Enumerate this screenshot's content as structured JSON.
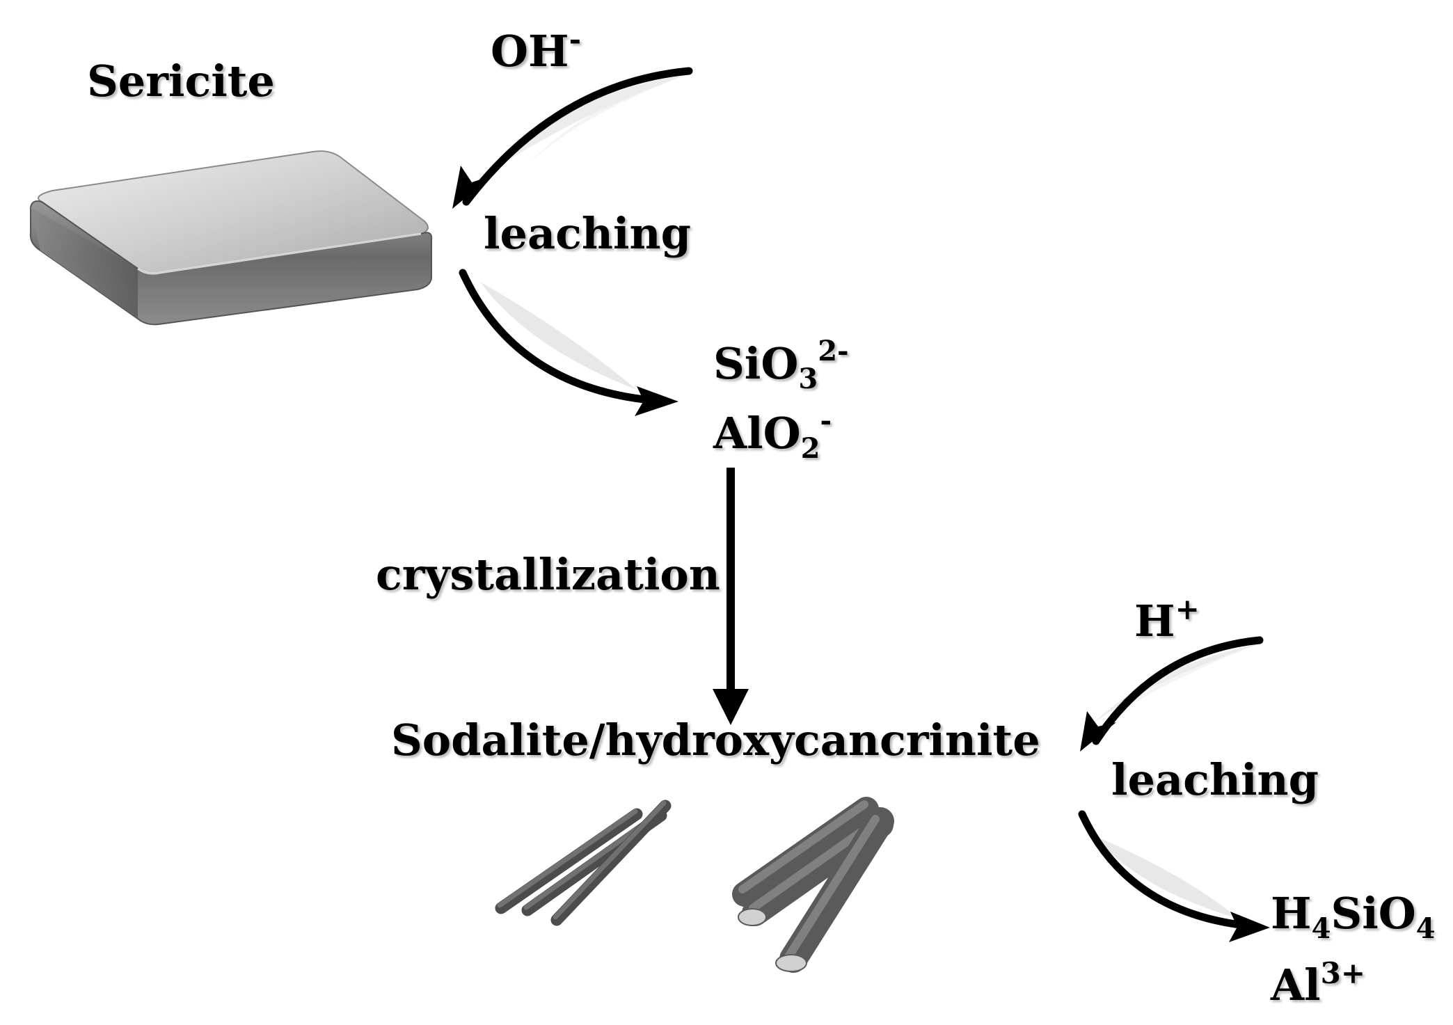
{
  "labels": {
    "sericite": "Sericite",
    "oh": {
      "base": "OH",
      "sup": "-"
    },
    "leaching_top": "leaching",
    "sio3": {
      "base": "SiO",
      "sub": "3",
      "sup": "2-"
    },
    "alo2": {
      "base": "AlO",
      "sub": "2",
      "sup": "-"
    },
    "crystallization": "crystallization",
    "product": "Sodalite/hydroxycancrinite",
    "h_plus": {
      "base": "H",
      "sup": "+"
    },
    "leaching_bottom": "leaching",
    "h4sio4": {
      "h": "H",
      "sub1": "4",
      "si": "SiO",
      "sub2": "4"
    },
    "al3": {
      "base": "Al",
      "sup": "3+"
    }
  },
  "colors": {
    "arrow": "#000000",
    "slab_top": "#c9c9c9",
    "slab_side": "#7a7a7a",
    "rod": "#6e6e6e",
    "shading": "#e6e6e6"
  }
}
